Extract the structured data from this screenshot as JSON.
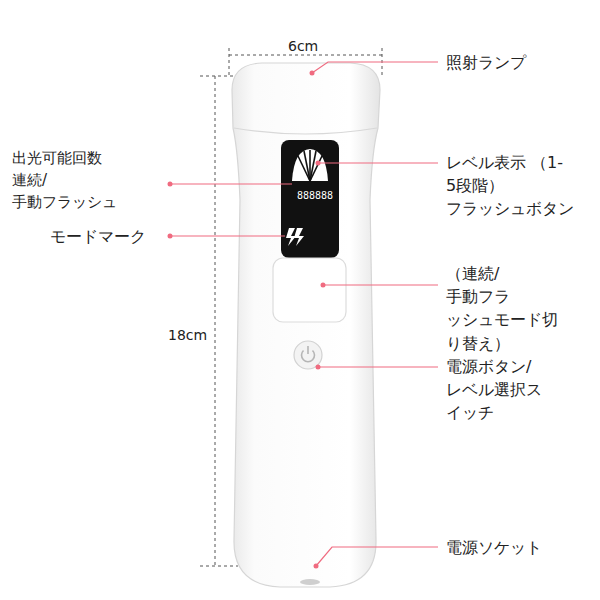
{
  "diagram": {
    "labels": [
      "6cm",
      "18cm",
      "照射ランプ",
      "出光可能回数 連続/手動フラッシュ",
      "モードマーク",
      "レベル表示 （1-5段階） フラッシュボタン",
      "888888",
      "（連続/手動フラ ッシュモード切 り替え）",
      "電源ボタン/ レベル選択ス イッチ",
      "電源ソケット"
    ]
  }
}
